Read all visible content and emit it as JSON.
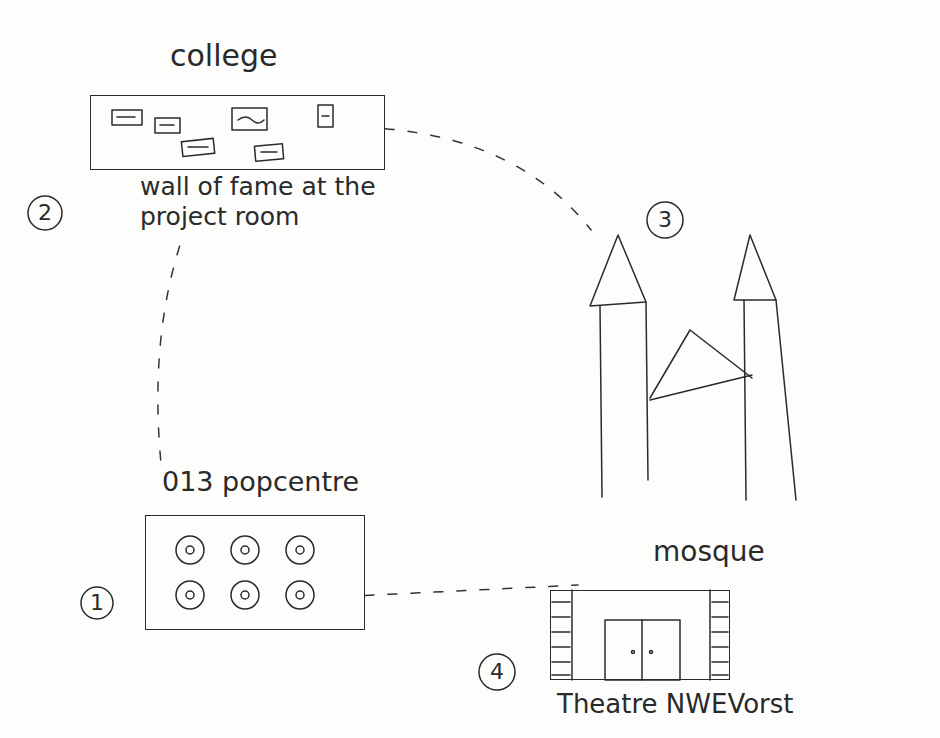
{
  "diagram": {
    "nodes": [
      {
        "text": [
          "college",
          "wall of fame at the project room"
        ]
      },
      {
        "text": [
          "mosque"
        ]
      },
      {
        "text": [
          "013 popcentre"
        ]
      },
      {
        "text": [
          "Theatre NWEVorst"
        ]
      }
    ],
    "edges": [
      {
        "from": 2,
        "to": 0,
        "arrow": "none"
      },
      {
        "from": 0,
        "to": 1,
        "arrow": "none"
      },
      {
        "from": 2,
        "to": 3,
        "arrow": "none"
      }
    ],
    "labels": [
      "2",
      "3",
      "1",
      "4"
    ]
  }
}
